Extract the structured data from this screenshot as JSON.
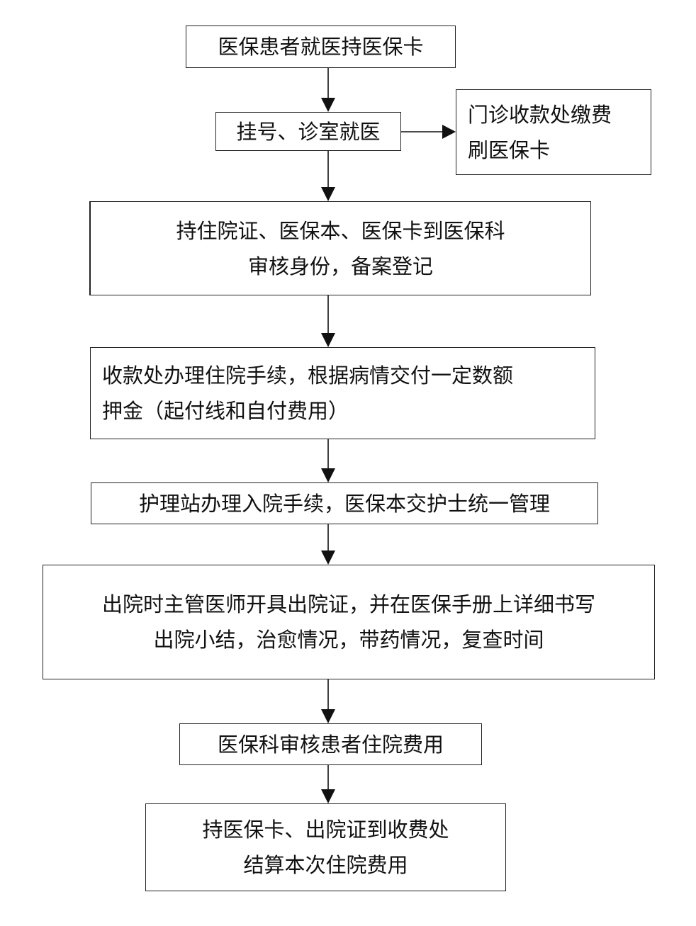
{
  "flowchart": {
    "step1": "医保患者就医持医保卡",
    "step2": "挂号、诊室就医",
    "side_step": "门诊收款处缴费\n刷医保卡",
    "step3": "持住院证、医保本、医保卡到医保科\n审核身份，备案登记",
    "step4": "收款处办理住院手续，根据病情交付一定数额\n押金（起付线和自付费用）",
    "step5": "护理站办理入院手续，医保本交护士统一管理",
    "step6": "出院时主管医师开具出院证，并在医保手册上详细书写\n出院小结，治愈情况，带药情况，复查时间",
    "step7": "医保科审核患者住院费用",
    "step8": "持医保卡、出院证到收费处\n结算本次住院费用"
  }
}
